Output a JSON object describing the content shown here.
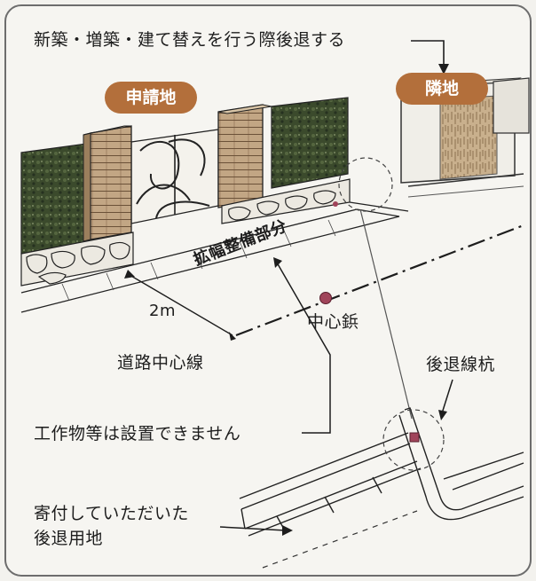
{
  "labels": {
    "top_note": "新築・増築・建て替えを行う際後退する",
    "applicant_land": "申請地",
    "neighbor_land": "隣地",
    "widening_part": "拡幅整備部分",
    "distance": "2m",
    "center_nail": "中心鋲",
    "road_centerline": "道路中心線",
    "setback_stake": "後退線杭",
    "no_structures": "工作物等は設置できません",
    "donated_land_line1": "寄付していただいた",
    "donated_land_line2": "後退用地"
  },
  "colors": {
    "badge": "#b36f3b",
    "hedge": "#3b4a2c",
    "pillar": "#b89a78",
    "center_nail": "#a0445a",
    "frame": "#6d6d6d"
  }
}
